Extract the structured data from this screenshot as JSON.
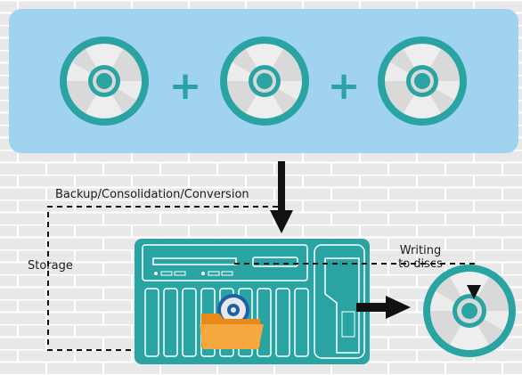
{
  "labels": {
    "top_flow": "Backup/Consolidation/Conversion",
    "left_flow": "Storage",
    "write_line1": "Writing",
    "write_line2": "to discs"
  },
  "operators": {
    "plus_1": "+",
    "plus_2": "+"
  },
  "icons": [
    "cd-disc-icon",
    "plus-icon",
    "arrow-down-icon",
    "arrow-right-icon",
    "nas-device-icon",
    "folder-icon",
    "dashed-arrow"
  ],
  "colors": {
    "panel": "#9fd3f0",
    "disc_ring": "#2aa3a3",
    "disc_fill": "#d9d9d9",
    "nas_body": "#2aa3a3",
    "folder": "#f39a2b",
    "arrow": "#111111",
    "background": "#e7e7e7"
  }
}
